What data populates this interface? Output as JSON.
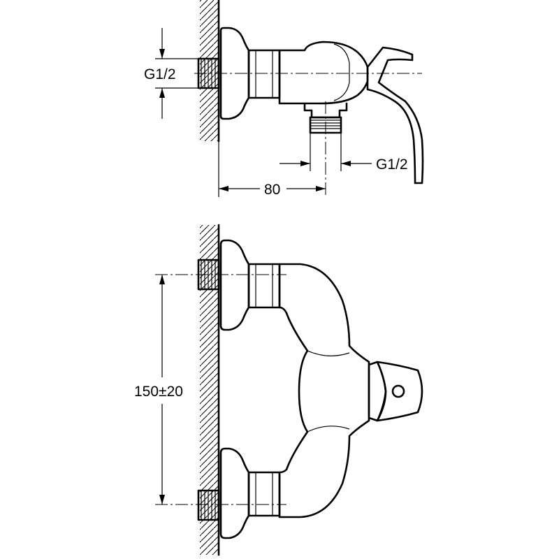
{
  "top_view": {
    "inlet_thread_label": "G1/2",
    "outlet_thread_label": "G1/2",
    "depth_dim_label": "80"
  },
  "front_view": {
    "center_distance_label": "150±20"
  },
  "colors": {
    "line": "#000000",
    "background": "#ffffff"
  }
}
